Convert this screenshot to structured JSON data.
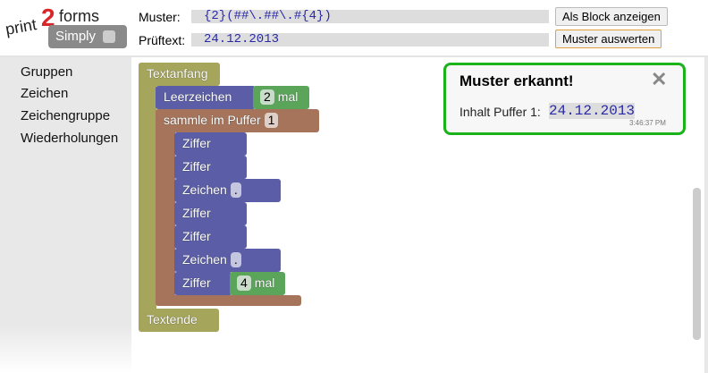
{
  "logo": {
    "text_print": "print",
    "text_2": "2",
    "text_forms": "forms",
    "badge": "Simply"
  },
  "header": {
    "muster_label": "Muster:",
    "muster_value": "{2}(##\\.##\\.#{4})",
    "pruef_label": "Prüftext:",
    "pruef_value": "24.12.2013",
    "block_button": "Als Block anzeigen",
    "eval_button": "Muster auswerten"
  },
  "sidebar": {
    "items": [
      {
        "label": "Gruppen"
      },
      {
        "label": "Zeichen"
      },
      {
        "label": "Zeichengruppe"
      },
      {
        "label": "Wiederholungen"
      }
    ]
  },
  "blocks": {
    "start": "Textanfang",
    "end": "Textende",
    "space": "Leerzeichen",
    "space_count": "2",
    "mal": "mal",
    "collect": "sammle im Puffer",
    "buffer": "1",
    "rows": [
      {
        "label": "Ziffer"
      },
      {
        "label": "Ziffer"
      },
      {
        "label": "Zeichen",
        "char": "."
      },
      {
        "label": "Ziffer"
      },
      {
        "label": "Ziffer"
      },
      {
        "label": "Zeichen",
        "char": "."
      },
      {
        "label": "Ziffer",
        "count": "4",
        "mal": "mal"
      }
    ]
  },
  "popup": {
    "title": "Muster erkannt!",
    "content_label": "Inhalt Puffer 1:",
    "content_value": "24.12.2013",
    "time": "3:46:37 PM"
  },
  "colors": {
    "olive": "#a5a55b",
    "purple": "#5b5ea6",
    "brown": "#a5745b",
    "green": "#5ba55b",
    "popup_border": "#1ab31a"
  }
}
